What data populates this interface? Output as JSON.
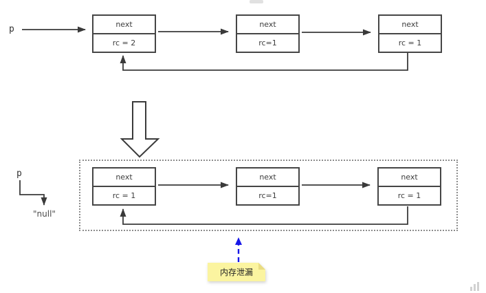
{
  "diagram": {
    "top": {
      "pointer_label": "p",
      "nodes": [
        {
          "field": "next",
          "rc": "rc = 2"
        },
        {
          "field": "next",
          "rc": "rc=1"
        },
        {
          "field": "next",
          "rc": "rc = 1"
        }
      ]
    },
    "bottom": {
      "pointer_label": "p",
      "null_label": "\"null\"",
      "nodes": [
        {
          "field": "next",
          "rc": "rc = 1"
        },
        {
          "field": "next",
          "rc": "rc=1"
        },
        {
          "field": "next",
          "rc": "rc = 1"
        }
      ]
    },
    "note": {
      "text": "内存泄漏"
    },
    "colors": {
      "line": "#3a3a3a",
      "arrow_blue": "#1717e8",
      "note_bg": "#fbf4a0",
      "note_fold": "#e9dc82",
      "dotted_border": "#8c8c8c"
    }
  }
}
